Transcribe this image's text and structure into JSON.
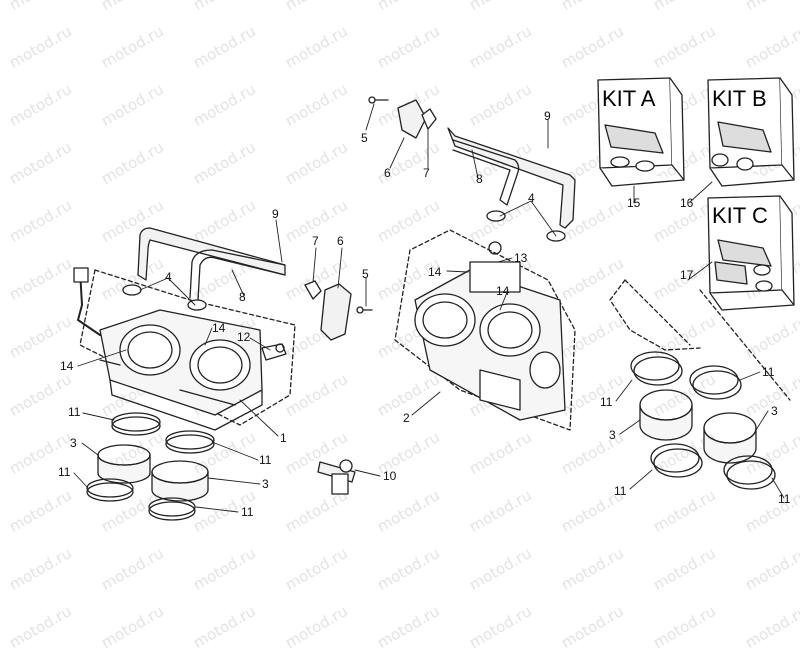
{
  "watermark": "motod.ru",
  "kits": {
    "a": "KIT A",
    "b": "KIT B",
    "c": "KIT C"
  },
  "callouts": {
    "c1": "1",
    "c2": "2",
    "c3a": "3",
    "c3b": "3",
    "c3c": "3",
    "c3d": "3",
    "c4a": "4",
    "c4b": "4",
    "c5a": "5",
    "c5b": "5",
    "c6a": "6",
    "c6b": "6",
    "c7a": "7",
    "c7b": "7",
    "c8a": "8",
    "c8b": "8",
    "c9a": "9",
    "c9b": "9",
    "c10": "10",
    "c11a": "11",
    "c11b": "11",
    "c11c": "11",
    "c11d": "11",
    "c11e": "11",
    "c11f": "11",
    "c11g": "11",
    "c11h": "11",
    "c12": "12",
    "c13": "13",
    "c14a": "14",
    "c14b": "14",
    "c14c": "14",
    "c14d": "14",
    "c15": "15",
    "c16": "16",
    "c17": "17"
  },
  "colors": {
    "line": "#222222",
    "watermark": "#e3e3e3",
    "fill": "#f2f2f2"
  }
}
